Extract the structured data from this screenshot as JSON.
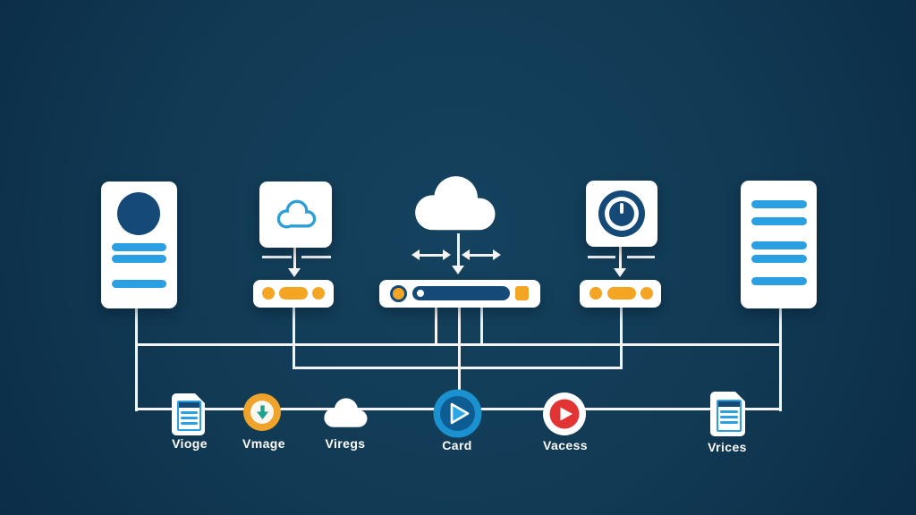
{
  "colors": {
    "background": "#113a54",
    "background_edge": "#0c2d47",
    "card_white": "#ffffff",
    "navy": "#154a78",
    "accent_blue": "#2aa0e2",
    "cloud_outline_blue": "#2e9fd6",
    "orange": "#f5a524",
    "teal_arrow": "#1ba38e",
    "play_blue_outer": "#1b91d0",
    "play_blue_inner": "#0d5c92",
    "red": "#e23434",
    "connector_line": "#f4f4f4"
  },
  "nodes": {
    "profile_card": {
      "icon": "avatar-icon",
      "text_bar_count": 3
    },
    "cloud_upload_card": {
      "icon": "cloud-outline-icon"
    },
    "indicator_bar_left": {
      "icon": "orange-dots-pill"
    },
    "central_cloud": {
      "icon": "cloud-icon"
    },
    "progress_device_bar": {
      "icon": "progress-pill"
    },
    "timer_card": {
      "icon": "timer-icon"
    },
    "indicator_bar_right": {
      "icon": "orange-dots-pill"
    },
    "list_card": {
      "icon": "text-bars",
      "text_bar_count": 5
    }
  },
  "bottom_row": {
    "items": [
      {
        "icon": "document-icon",
        "label": "Vioge"
      },
      {
        "icon": "download-circle-icon",
        "label": "Vmage"
      },
      {
        "icon": "cloud-icon",
        "label": "Viregs"
      },
      {
        "icon": "play-circle-blue-icon",
        "label": "Card"
      },
      {
        "icon": "play-circle-red-icon",
        "label": "Vacess"
      },
      {
        "icon": "invoice-icon",
        "label": "Vrices"
      }
    ]
  }
}
